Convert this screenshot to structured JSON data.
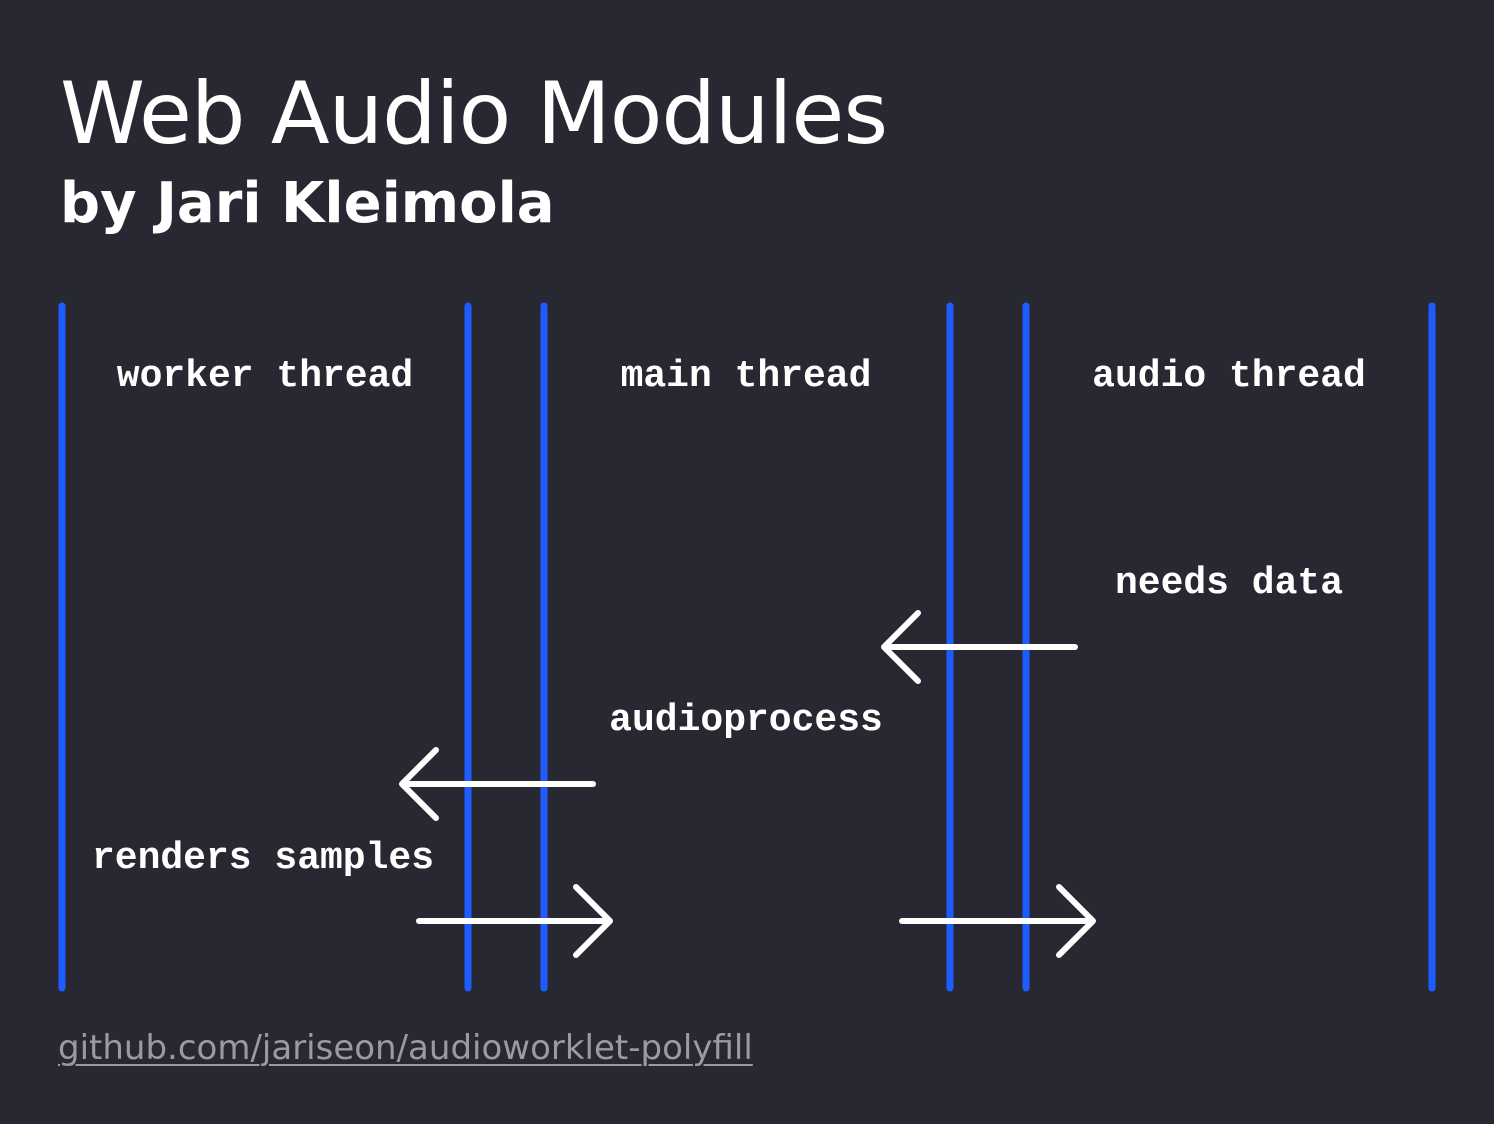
{
  "slide": {
    "title": "Web Audio Modules",
    "subtitle": "by Jari Kleimola",
    "link": "github.com/jariseon/audioworklet-polyfill"
  },
  "diagram": {
    "lanes": [
      {
        "id": "worker",
        "label": "worker thread"
      },
      {
        "id": "main",
        "label": "main thread"
      },
      {
        "id": "audio",
        "label": "audio thread"
      }
    ],
    "events": [
      {
        "id": "needs-data",
        "label": "needs data"
      },
      {
        "id": "audioprocess",
        "label": "audioprocess"
      },
      {
        "id": "renders-samples",
        "label": "renders samples"
      }
    ],
    "arrows": [
      {
        "from": "audio",
        "to": "main",
        "direction": "left"
      },
      {
        "from": "main",
        "to": "worker",
        "direction": "left"
      },
      {
        "from": "worker",
        "to": "main",
        "direction": "right"
      },
      {
        "from": "main",
        "to": "audio",
        "direction": "right"
      }
    ],
    "colors": {
      "lane_line": "#1f5cff",
      "arrow": "#ffffff",
      "background": "#282833",
      "link": "#9a9aa0"
    }
  }
}
